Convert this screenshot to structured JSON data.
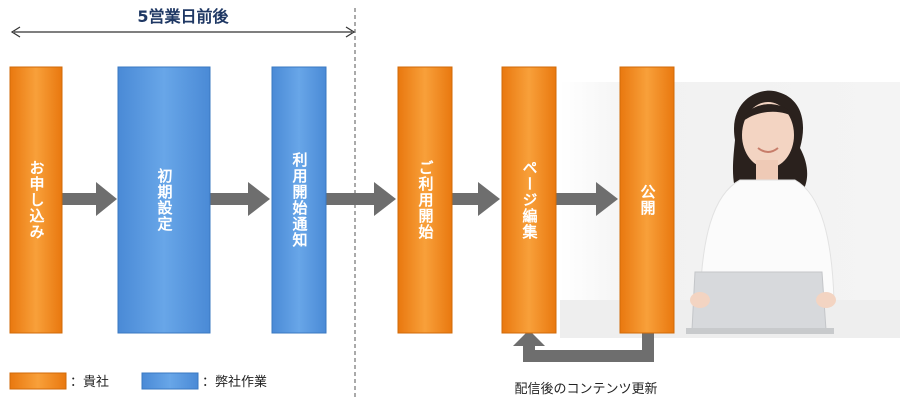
{
  "header": {
    "duration_label": "5営業日前後"
  },
  "steps": [
    {
      "label": "お申し込み",
      "owner": "client"
    },
    {
      "label": "初期設定",
      "owner": "company"
    },
    {
      "label": "利用開始通知",
      "owner": "company"
    },
    {
      "label": "ご利用開始",
      "owner": "client"
    },
    {
      "label": "ページ編集",
      "owner": "client"
    },
    {
      "label": "公開",
      "owner": "client"
    }
  ],
  "loop": {
    "label": "配信後のコンテンツ更新"
  },
  "legend": {
    "client": {
      "label": "：貴社"
    },
    "company": {
      "label": "：弊社作業"
    }
  },
  "colors": {
    "client": "#F6921E",
    "client_dark": "#D9700A",
    "company": "#5B9BDF",
    "company_dark": "#3E7FC8",
    "text_dark": "#1F3864",
    "arrow": "#6E6E6E"
  },
  "photo": {
    "icon": "woman-with-laptop-photo"
  }
}
